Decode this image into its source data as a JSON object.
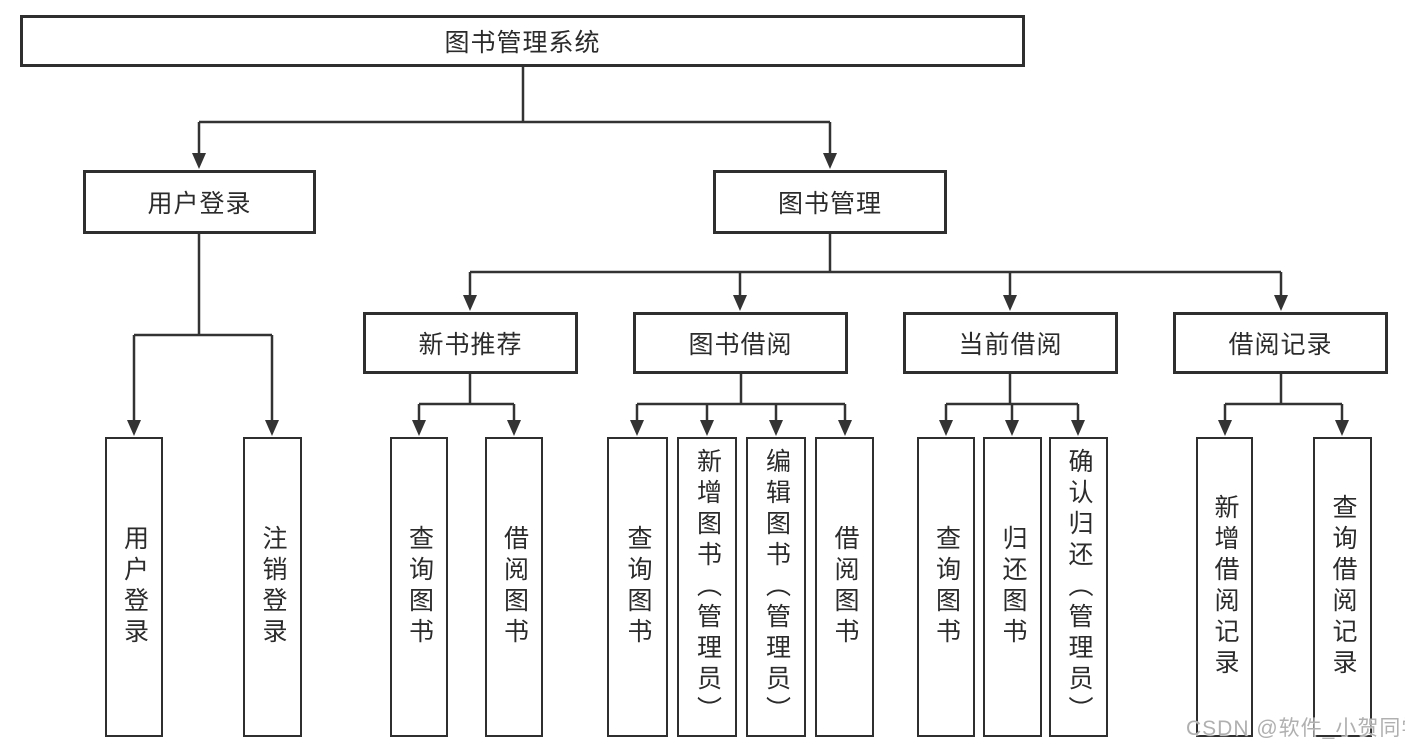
{
  "colors": {
    "background": "#ffffff",
    "box_border": "#2f2f2f",
    "connector_line": "#333333",
    "text": "#2b2b2b",
    "watermark": "#b0b0b0"
  },
  "watermark": "CSDN @软件_小贺同学",
  "tree": {
    "root": {
      "label": "图书管理系统"
    },
    "branches": [
      {
        "label": "用户登录",
        "children": [
          {
            "label": "用户登录"
          },
          {
            "label": "注销登录"
          }
        ]
      },
      {
        "label": "图书管理",
        "children": [
          {
            "label": "新书推荐",
            "children": [
              {
                "label": "查询图书"
              },
              {
                "label": "借阅图书"
              }
            ]
          },
          {
            "label": "图书借阅",
            "children": [
              {
                "label": "查询图书"
              },
              {
                "label": "新增图书（管理员）"
              },
              {
                "label": "编辑图书（管理员）"
              },
              {
                "label": "借阅图书"
              }
            ]
          },
          {
            "label": "当前借阅",
            "children": [
              {
                "label": "查询图书"
              },
              {
                "label": "归还图书"
              },
              {
                "label": "确认归还（管理员）"
              }
            ]
          },
          {
            "label": "借阅记录",
            "children": [
              {
                "label": "新增借阅记录"
              },
              {
                "label": "查询借阅记录"
              }
            ]
          }
        ]
      }
    ]
  }
}
